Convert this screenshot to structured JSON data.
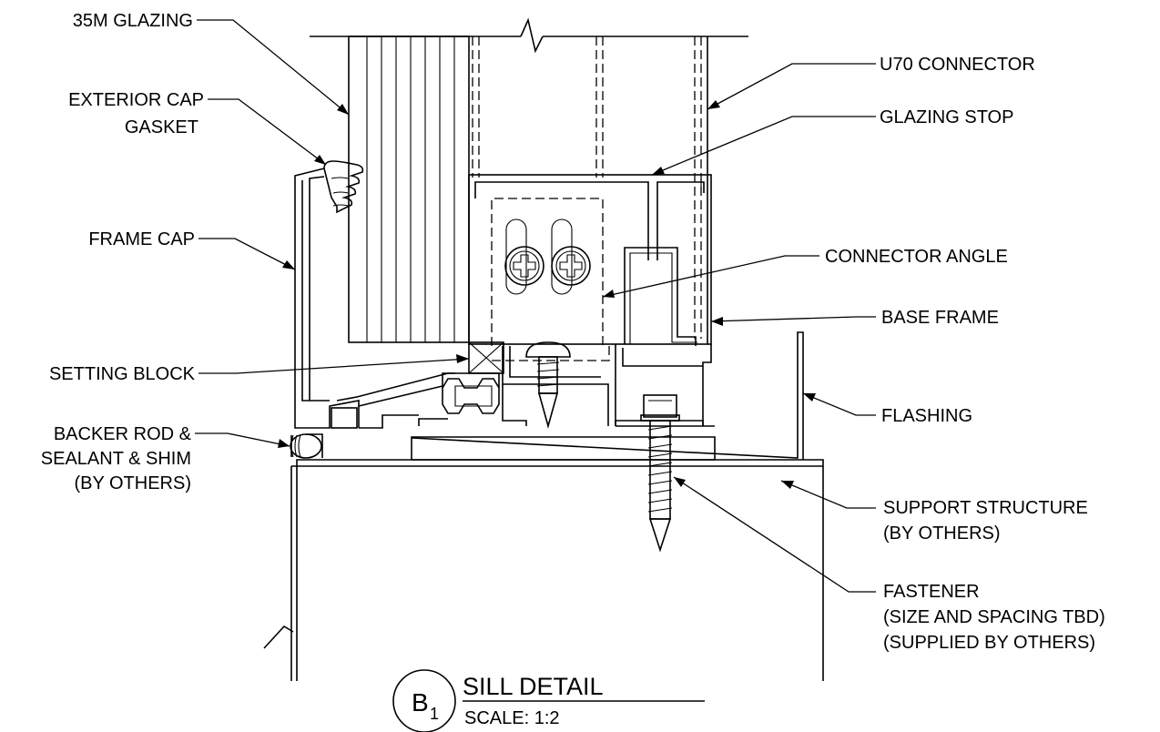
{
  "labels": {
    "glazing": [
      "35M GLAZING"
    ],
    "exterior_cap_gasket": [
      "EXTERIOR CAP",
      "GASKET"
    ],
    "frame_cap": [
      "FRAME CAP"
    ],
    "setting_block": [
      "SETTING BLOCK"
    ],
    "backer_rod": [
      "BACKER ROD  &",
      "SEALANT & SHIM",
      "(BY OTHERS)"
    ],
    "u70_connector": [
      "U70 CONNECTOR"
    ],
    "glazing_stop": [
      "GLAZING STOP"
    ],
    "connector_angle": [
      "CONNECTOR ANGLE"
    ],
    "base_frame": [
      "BASE FRAME"
    ],
    "flashing": [
      "FLASHING"
    ],
    "support_structure": [
      "SUPPORT STRUCTURE",
      "(BY OTHERS)"
    ],
    "fastener": [
      "FASTENER",
      "(SIZE AND SPACING TBD)",
      "(SUPPLIED BY OTHERS)"
    ]
  },
  "title_block": {
    "bubble_letter": "B",
    "bubble_number": "1",
    "title": "SILL DETAIL",
    "scale": "SCALE: 1:2"
  }
}
